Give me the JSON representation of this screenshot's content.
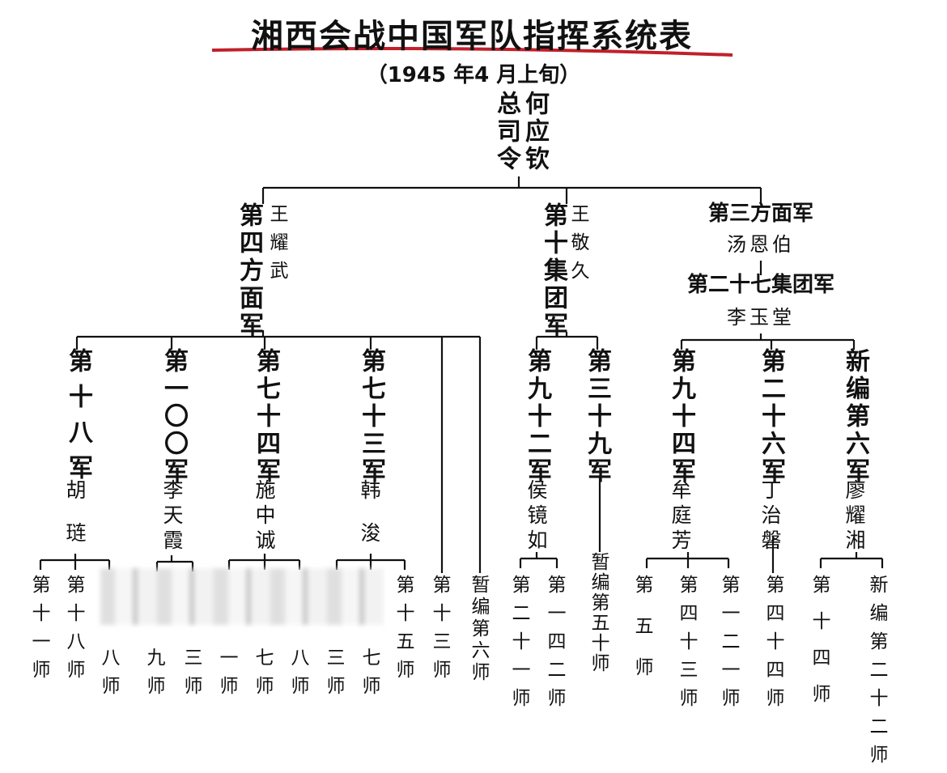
{
  "title": "湘西会战中国军队指挥系统表",
  "subtitle": "（1945 年4 月上旬）",
  "colors": {
    "ink": "#111111",
    "underline": "#c0202a",
    "background": "#ffffff"
  },
  "commander": {
    "title": "总司令",
    "name": "何应钦"
  },
  "armies": {
    "fourth": {
      "name": "第四方面军",
      "commander": "王耀武",
      "corps": [
        {
          "name": "第十八军",
          "commander": "胡琏",
          "divisions": [
            "第十一师",
            "第十八师",
            "八师"
          ]
        },
        {
          "name": "第一〇〇军",
          "commander": "李天霞",
          "divisions": [
            "九师",
            "三师"
          ]
        },
        {
          "name": "第七十四军",
          "commander": "施中诚",
          "divisions": [
            "一师",
            "七师",
            "八师"
          ]
        },
        {
          "name": "第七十三军",
          "commander": "韩浚",
          "divisions": [
            "三师",
            "七师",
            "第十五师"
          ]
        }
      ],
      "direct_divisions": [
        "第十三师",
        "暂编第六师"
      ]
    },
    "tenth": {
      "name": "第十集团军",
      "commander": "王敬久",
      "corps": [
        {
          "name": "第九十二军",
          "commander": "侯镜如",
          "divisions": [
            "第二十一师",
            "第一四二师"
          ]
        },
        {
          "name": "第三十九军",
          "commander": "",
          "divisions": [
            "暂编第五十师"
          ]
        }
      ]
    },
    "third": {
      "name": "第三方面军",
      "commander": "汤恩伯",
      "group": {
        "name": "第二十七集团军",
        "commander": "李玉堂",
        "corps": [
          {
            "name": "第九十四军",
            "commander": "牟庭芳",
            "divisions": [
              "第五师",
              "第四十三师",
              "第一二一师"
            ]
          },
          {
            "name": "第二十六军",
            "commander": "丁治磐",
            "divisions": [
              "第四十四师"
            ]
          },
          {
            "name": "新编第六军",
            "commander": "廖耀湘",
            "divisions": [
              "第十四师",
              "新编第二十二师"
            ]
          }
        ]
      }
    }
  }
}
